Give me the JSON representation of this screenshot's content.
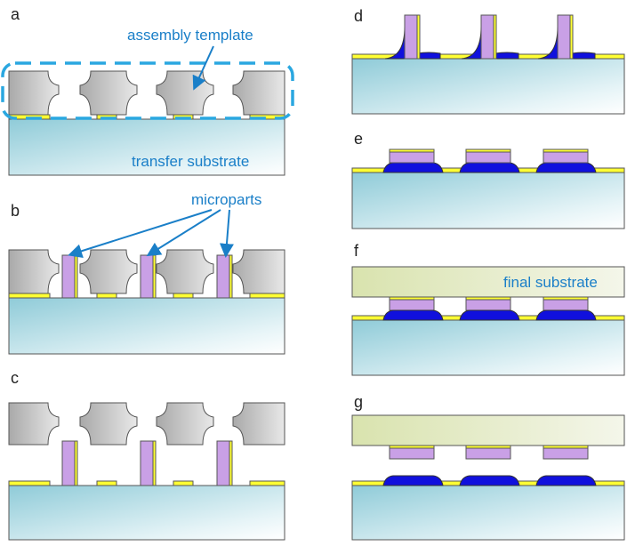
{
  "panels": {
    "a": {
      "letter": "a"
    },
    "b": {
      "letter": "b"
    },
    "c": {
      "letter": "c"
    },
    "d": {
      "letter": "d"
    },
    "e": {
      "letter": "e"
    },
    "f": {
      "letter": "f"
    },
    "g": {
      "letter": "g"
    }
  },
  "labels": {
    "assembly_template": "assembly template",
    "transfer_substrate": "transfer substrate",
    "microparts": "microparts",
    "final_substrate": "final substrate"
  },
  "colors": {
    "label_blue": "#1a7fc8",
    "template_gray": "#bdbdbd",
    "gold_yellow": "#ffff33",
    "micropart_purple": "#c9a0e6",
    "solder_blue": "#1010dd",
    "substrate_blue": "#9fd6e0",
    "final_substrate_green": "#e3eac4",
    "dashed_outline": "#2aa7e0"
  }
}
